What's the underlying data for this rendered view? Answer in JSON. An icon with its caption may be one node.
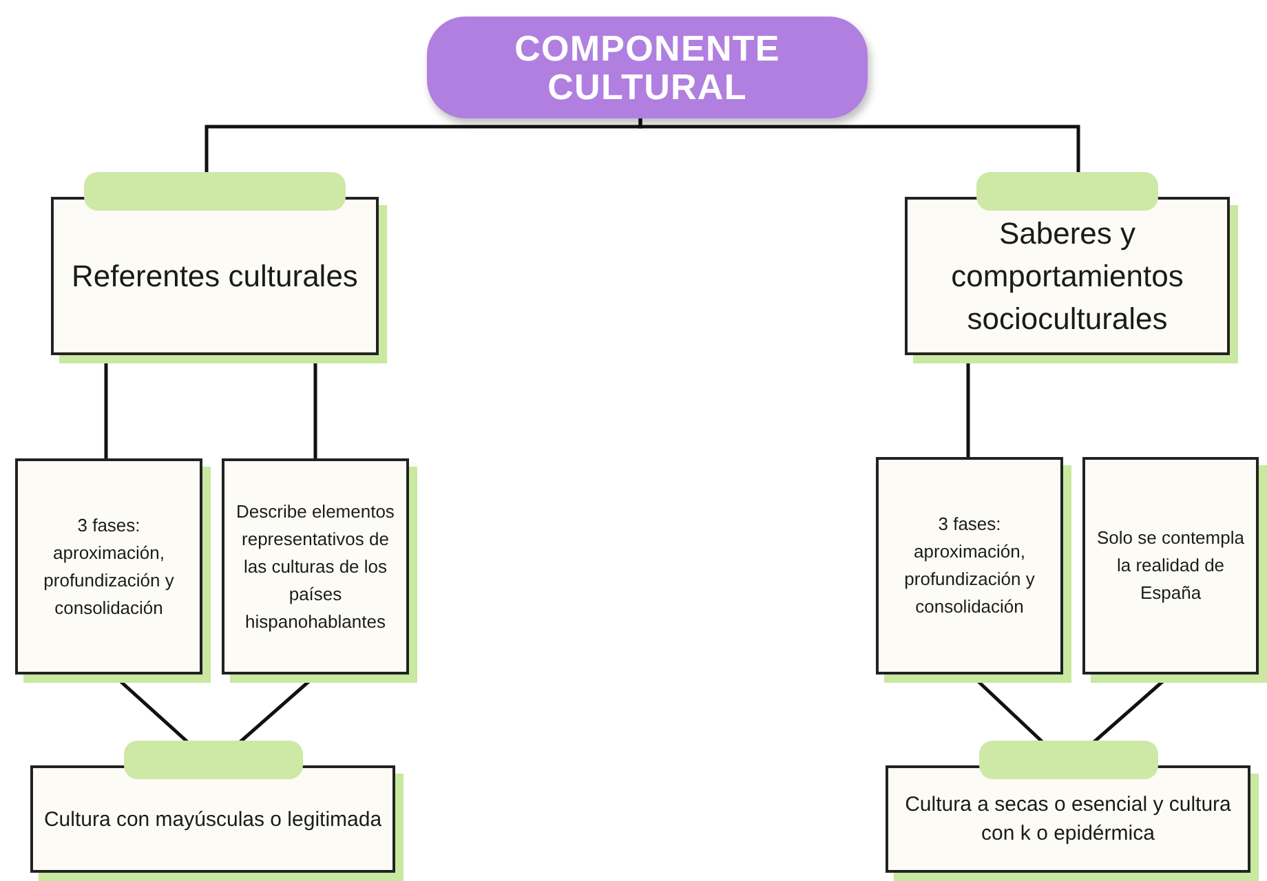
{
  "diagram": {
    "nodes": [
      {
        "text": [
          "COMPONENTE CULTURAL"
        ]
      },
      {
        "text": [
          "Referentes culturales"
        ]
      },
      {
        "text": [
          "Saberes y comportamientos socioculturales"
        ]
      },
      {
        "text": [
          "3 fases: aproximación, profundización y consolidación"
        ]
      },
      {
        "text": [
          "Describe elementos representativos de las culturas de los países hispanohablantes"
        ]
      },
      {
        "text": [
          "Cultura con mayúsculas o legitimada"
        ]
      },
      {
        "text": [
          "3 fases: aproximación, profundización y consolidación"
        ]
      },
      {
        "text": [
          "Solo se contempla la realidad de España"
        ]
      },
      {
        "text": [
          "Cultura a secas o esencial y cultura con k o epidérmica"
        ]
      }
    ],
    "edges": [
      {
        "from": 0,
        "to": 1,
        "arrow": "none"
      },
      {
        "from": 0,
        "to": 2,
        "arrow": "none"
      },
      {
        "from": 1,
        "to": 3,
        "arrow": "none"
      },
      {
        "from": 1,
        "to": 4,
        "arrow": "none"
      },
      {
        "from": 2,
        "to": 6,
        "arrow": "none"
      },
      {
        "from": 3,
        "to": 5,
        "arrow": "none"
      },
      {
        "from": 4,
        "to": 5,
        "arrow": "none"
      },
      {
        "from": 6,
        "to": 8,
        "arrow": "none"
      },
      {
        "from": 7,
        "to": 8,
        "arrow": "none"
      }
    ]
  }
}
